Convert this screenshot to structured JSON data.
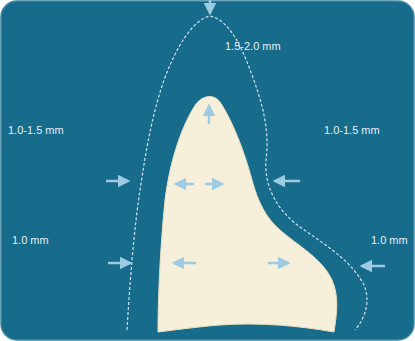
{
  "diagram": {
    "labels": [
      "1.5-2.0 mm",
      "1.0-1.5 mm",
      "1.0-1.5 mm",
      "1.0 mm",
      "1.0 mm"
    ]
  }
}
